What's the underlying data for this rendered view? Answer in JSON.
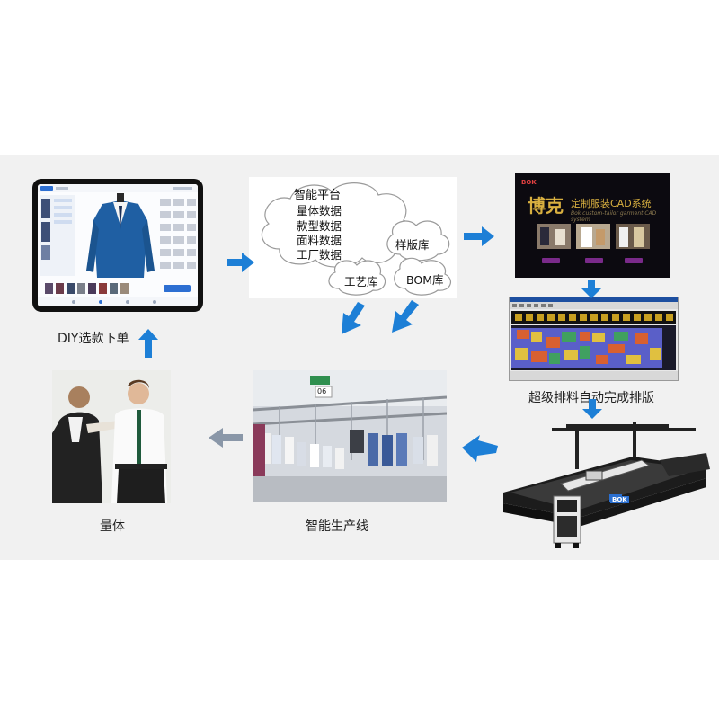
{
  "steps": {
    "diy": "DIY选款下单",
    "measure": "量体",
    "production": "智能生产线",
    "nesting": "超级排料自动完成排版"
  },
  "cloud": {
    "title": "智能平台",
    "items": [
      "量体数据",
      "款型数据",
      "面料数据",
      "工厂数据"
    ],
    "sample_lib": "样版库",
    "process_lib": "工艺库",
    "bom_lib": "BOM库"
  },
  "cad": {
    "logo": "BOK",
    "brand": "博克",
    "system": "定制服装CAD系统",
    "subtitle": "Bok custom-tailor garment CAD system"
  },
  "production_sign": "06",
  "cutter_brand": "BOK",
  "colors": {
    "arrow_blue": "#1d7fd6",
    "arrow_gray": "#8a97a8",
    "band": "#f1f1f1"
  }
}
